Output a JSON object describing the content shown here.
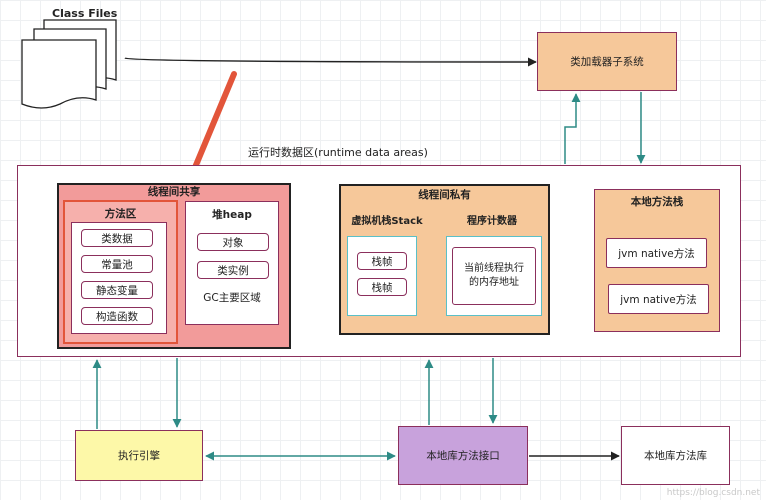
{
  "class_files": {
    "label": "Class Files"
  },
  "class_loader": {
    "label": "类加载器子系统"
  },
  "runtime_area": {
    "title": "运行时数据区(runtime data areas)",
    "thread_shared": {
      "title": "线程间共享",
      "method_area": {
        "title": "方法区",
        "items": [
          "类数据",
          "常量池",
          "静态变量",
          "构造函数"
        ]
      },
      "heap": {
        "title": "堆heap",
        "items": [
          "对象",
          "类实例"
        ],
        "note": "GC主要区域"
      }
    },
    "thread_private": {
      "title": "线程间私有",
      "vm_stack": {
        "title": "虚拟机栈Stack",
        "frames": [
          "栈帧",
          "栈帧"
        ]
      },
      "program_counter": {
        "title": "程序计数器",
        "text": "当前线程执行\n的内存地址"
      }
    },
    "native_stack": {
      "title": "本地方法栈",
      "items": [
        "jvm native方法",
        "jvm native方法"
      ]
    }
  },
  "execution_engine": {
    "label": "执行引擎"
  },
  "native_interface": {
    "label": "本地库方法接口"
  },
  "native_library": {
    "label": "本地库方法库"
  },
  "watermark": "https://blog.csdn.net",
  "colors": {
    "border": "#8b2f5c",
    "teal_arrow": "#2e8b86",
    "highlight": "#e2553a",
    "shared_fill": "#f29b9a",
    "private_fill": "#f6c89a",
    "engine_fill": "#fdf8a8",
    "interface_fill": "#c8a2dc"
  }
}
